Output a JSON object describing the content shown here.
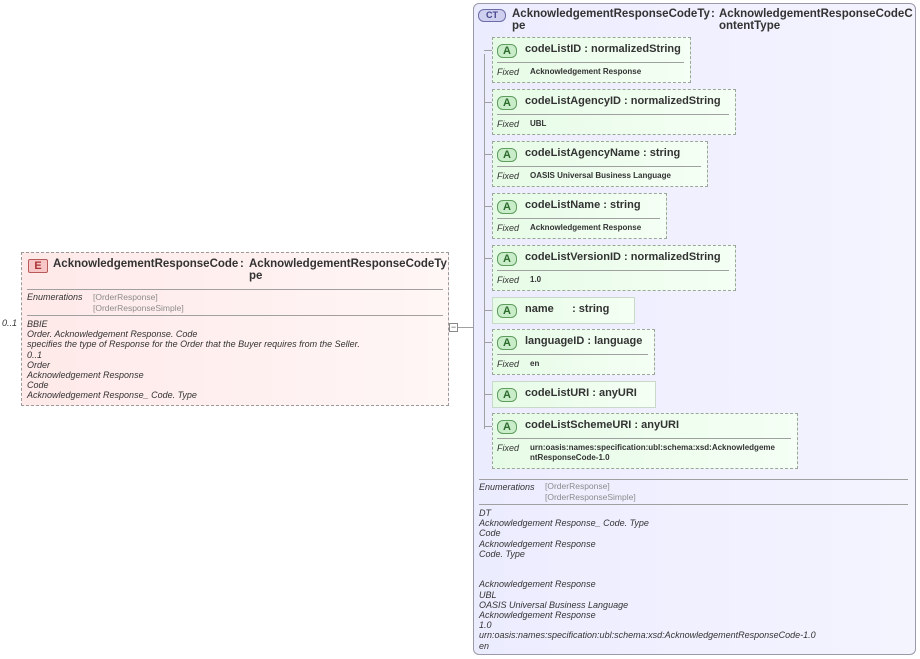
{
  "element": {
    "badge": "E",
    "name": "AcknowledgementResponseCode",
    "colon": ":",
    "type_line1": "AcknowledgementResponseCodeTy",
    "type_line2": "pe",
    "multiplicity": "0..1",
    "enumerations_label": "Enumerations",
    "enumerations": [
      "[OrderResponse]",
      "[OrderResponseSimple]"
    ],
    "documentation": [
      "BBIE",
      "Order. Acknowledgement Response. Code",
      "specifies the type of Response for the Order that the Buyer requires from the Seller.",
      "0..1",
      "Order",
      "Acknowledgement Response",
      "Code",
      "Acknowledgement Response_ Code. Type"
    ]
  },
  "complex_type": {
    "badge": "CT",
    "name_line1": "AcknowledgementResponseCodeTy",
    "name_line2": "pe",
    "colon": ":",
    "base_line1": "AcknowledgementResponseCodeC",
    "base_line2": "ontentType",
    "enumerations_label": "Enumerations",
    "enumerations": [
      "[OrderResponse]",
      "[OrderResponseSimple]"
    ],
    "documentation": [
      "DT",
      "Acknowledgement Response_ Code. Type",
      "Code",
      "Acknowledgement Response",
      "Code. Type",
      "",
      "",
      "Acknowledgement Response",
      "UBL",
      "OASIS Universal Business Language",
      "Acknowledgement Response",
      "1.0",
      "urn:oasis:names:specification:ubl:schema:xsd:AcknowledgementResponseCode-1.0",
      "en"
    ]
  },
  "attributes": [
    {
      "badge": "A",
      "name": "codeListID",
      "type": "normalizedString",
      "fixed_label": "Fixed",
      "value": "Acknowledgement Response",
      "value2": ""
    },
    {
      "badge": "A",
      "name": "codeListAgencyID",
      "type": "normalizedString",
      "fixed_label": "Fixed",
      "value": "UBL",
      "value2": ""
    },
    {
      "badge": "A",
      "name": "codeListAgencyName",
      "type": "string",
      "fixed_label": "Fixed",
      "value": "OASIS Universal Business Language",
      "value2": ""
    },
    {
      "badge": "A",
      "name": "codeListName",
      "type": "string",
      "fixed_label": "Fixed",
      "value": "Acknowledgement Response",
      "value2": ""
    },
    {
      "badge": "A",
      "name": "codeListVersionID",
      "type": "normalizedString",
      "fixed_label": "Fixed",
      "value": "1.0",
      "value2": ""
    },
    {
      "badge": "A",
      "name": "name",
      "type": "string",
      "fixed_label": "",
      "value": "",
      "value2": ""
    },
    {
      "badge": "A",
      "name": "languageID",
      "type": "language",
      "fixed_label": "Fixed",
      "value": "en",
      "value2": ""
    },
    {
      "badge": "A",
      "name": "codeListURI",
      "type": "anyURI",
      "fixed_label": "",
      "value": "",
      "value2": ""
    },
    {
      "badge": "A",
      "name": "codeListSchemeURI",
      "type": "anyURI",
      "fixed_label": "Fixed",
      "value": "urn:oasis:names:specification:ubl:schema:xsd:Acknowledgeme",
      "value2": "ntResponseCode-1.0"
    }
  ],
  "colors": {
    "element_bg": "#ffe9e9",
    "complex_type_bg": "#ececff",
    "attribute_bg": "#e6fbe6"
  }
}
